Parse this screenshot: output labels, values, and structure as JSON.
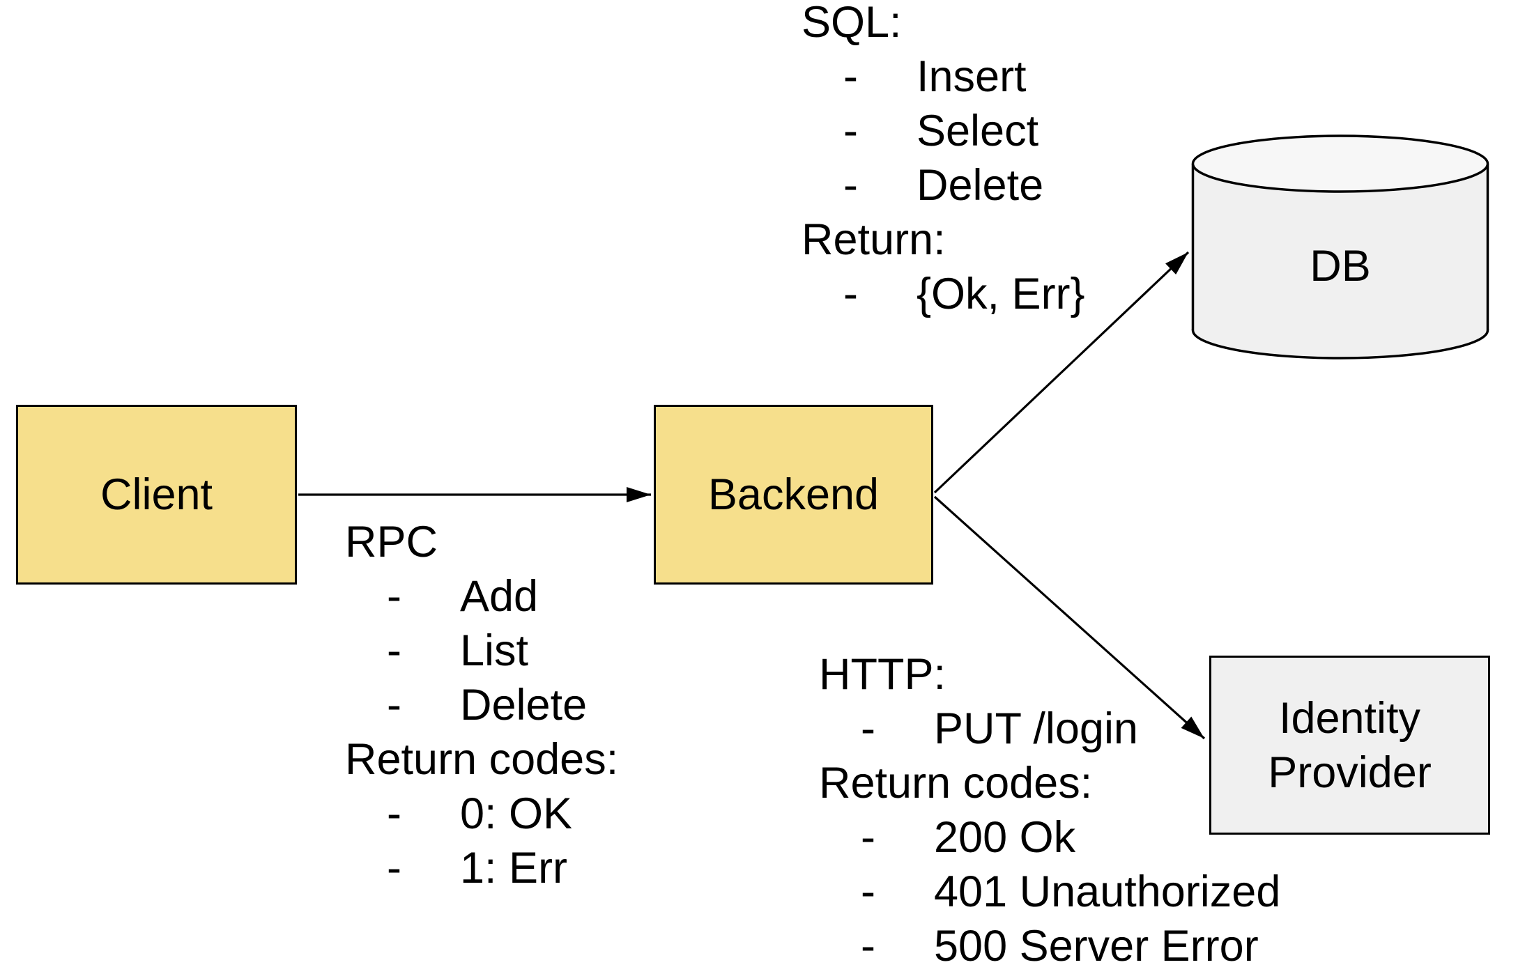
{
  "diagram": {
    "colors": {
      "background": "#FFFFFF",
      "node_yellow": "#F6DF8C",
      "node_gray": "#F0F0F0",
      "cylinder_top": "#F7F7F7",
      "stroke": "#000000",
      "text": "#000000"
    },
    "nodes": {
      "client": {
        "label": "Client"
      },
      "backend": {
        "label": "Backend"
      },
      "db": {
        "label": "DB"
      },
      "identity_provider": {
        "label_lines": [
          "Identity",
          "Provider"
        ]
      }
    },
    "annotations": {
      "rpc": {
        "bullet": "-",
        "title": "RPC",
        "items": [
          "Add",
          "List",
          "Delete"
        ],
        "subtitle": "Return codes:",
        "sub_items": [
          "0: OK",
          "1: Err"
        ]
      },
      "sql": {
        "bullet": "-",
        "title": "SQL:",
        "items": [
          "Insert",
          "Select",
          "Delete"
        ],
        "subtitle": "Return:",
        "sub_items": [
          "{Ok, Err}"
        ]
      },
      "http": {
        "bullet": "-",
        "title": "HTTP:",
        "items": [
          "PUT /login"
        ],
        "subtitle": "Return codes:",
        "sub_items": [
          "200 Ok",
          "401 Unauthorized",
          "500 Server Error"
        ]
      }
    },
    "edges": {
      "client_to_backend": "Client to Backend",
      "backend_to_db": "Backend to DB",
      "backend_to_identity_provider": "Backend to Identity Provider"
    }
  }
}
